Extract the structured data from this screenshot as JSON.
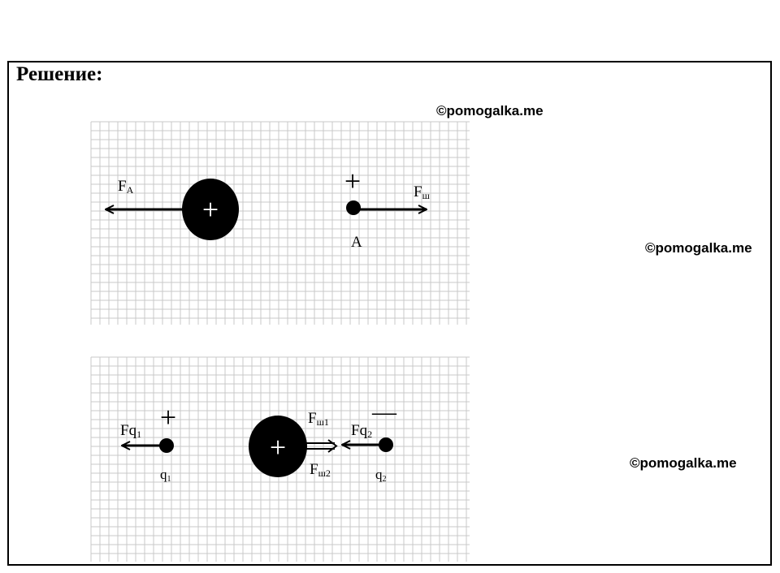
{
  "heading": "Решение:",
  "watermarks": [
    "©pomogalka.me",
    "©pomogalka.me",
    "©pomogalka.me"
  ],
  "figure_top": {
    "force_left": {
      "base": "F",
      "sub": "A"
    },
    "force_right": {
      "base": "F",
      "sub": "ш"
    },
    "test_charge_sign": "+",
    "big_charge_sign": "+",
    "point_label": "A"
  },
  "figure_bottom": {
    "q1_force": {
      "base": "Fq",
      "sub": "1"
    },
    "q1_sign": "+",
    "q1_label": {
      "base": "q",
      "sub": "1"
    },
    "big_charge_sign": "+",
    "f_sh1": {
      "base": "F",
      "sub": "ш1"
    },
    "f_sh2": {
      "base": "F",
      "sub": "ш2"
    },
    "q2_force": {
      "base": "Fq",
      "sub": "2"
    },
    "q2_sign": "—",
    "q2_label": {
      "base": "q",
      "sub": "2"
    }
  },
  "colors": {
    "ink": "#000000",
    "grid": "#c8c8c8",
    "background": "#ffffff"
  }
}
